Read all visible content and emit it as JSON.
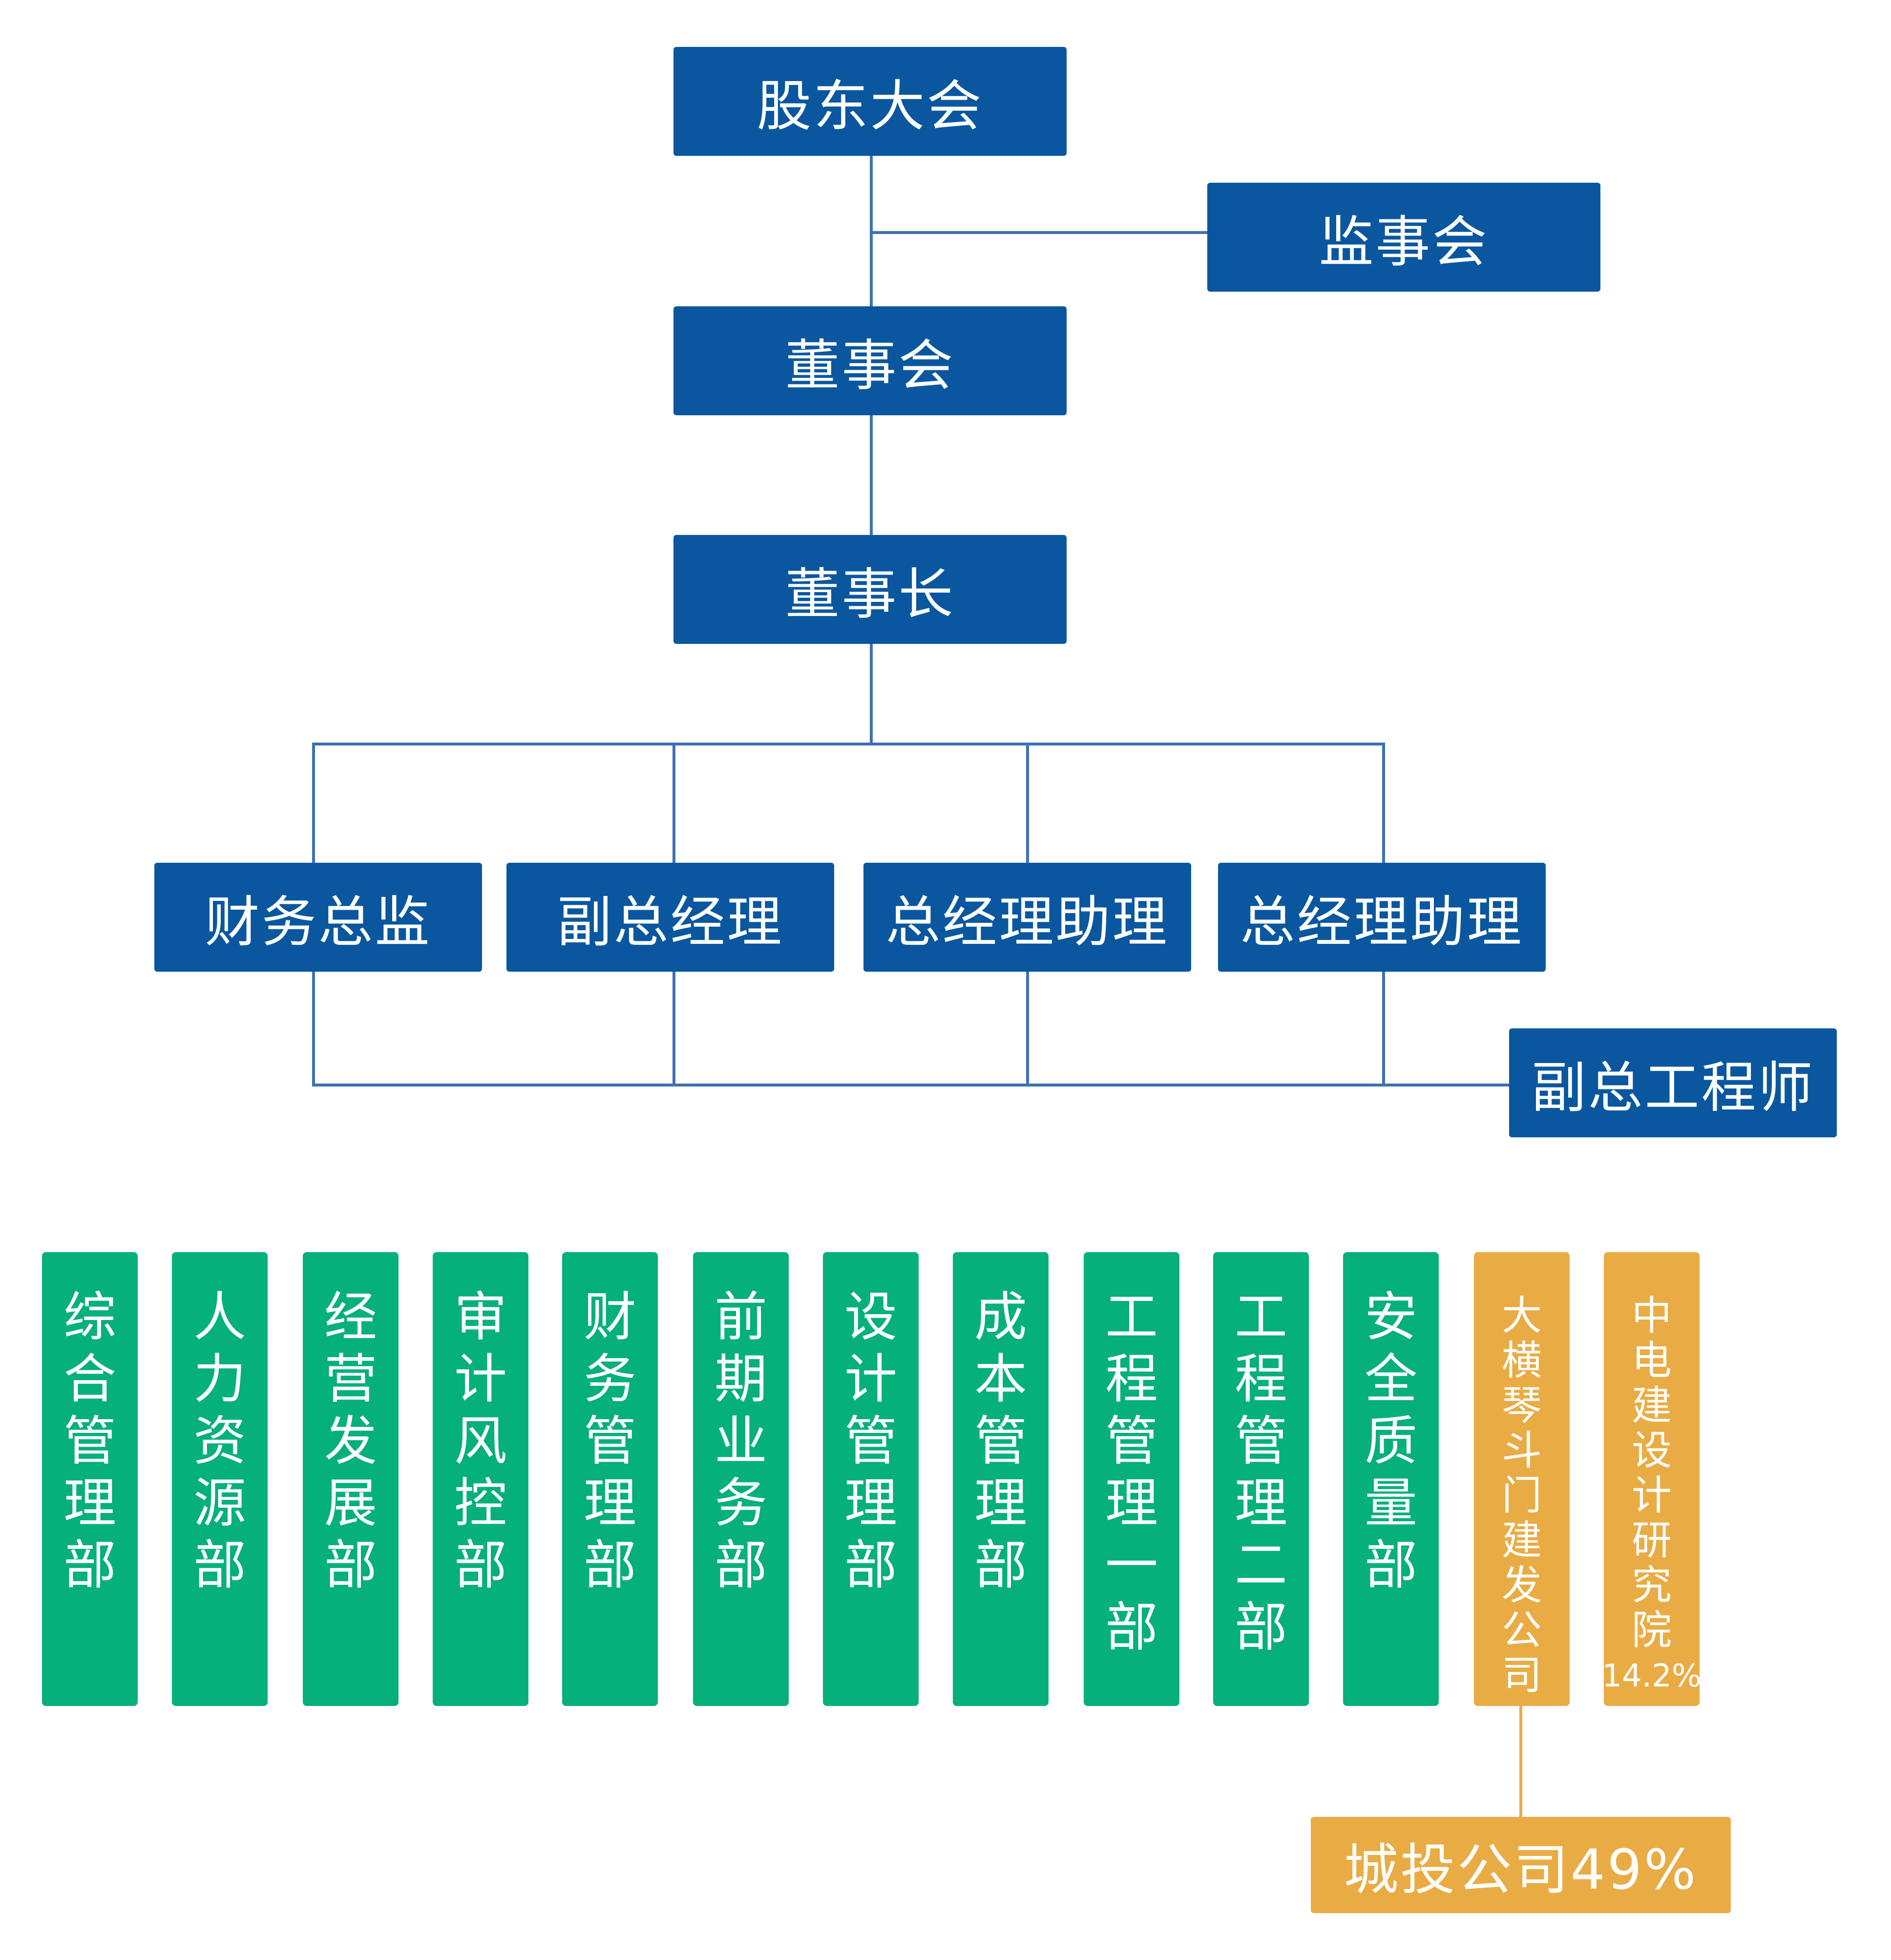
{
  "colors": {
    "governance": "#0a57a0",
    "department": "#05b07a",
    "affiliate": "#e9ac44",
    "connector": "#3d72b4"
  },
  "nodes": {
    "shareholders": "股东大会",
    "supervisory_board": "监事会",
    "board": "董事会",
    "chairman": "董事长",
    "executives": [
      "财务总监",
      "副总经理",
      "总经理助理",
      "总经理助理"
    ],
    "deputy_chief_engineer": "副总工程师"
  },
  "departments": [
    "综合管理部",
    "人力资源部",
    "经营发展部",
    "审计风控部",
    "财务管理部",
    "前期业务部",
    "设计管理部",
    "成本管理部",
    "工程管理一部",
    "工程管理二部",
    "安全质量部"
  ],
  "affiliates": [
    {
      "name": "大横琴斗门建发公司"
    },
    {
      "name": "中电建设计研究院",
      "share": "14.2%"
    }
  ],
  "sub_affiliate": "城投公司49%"
}
